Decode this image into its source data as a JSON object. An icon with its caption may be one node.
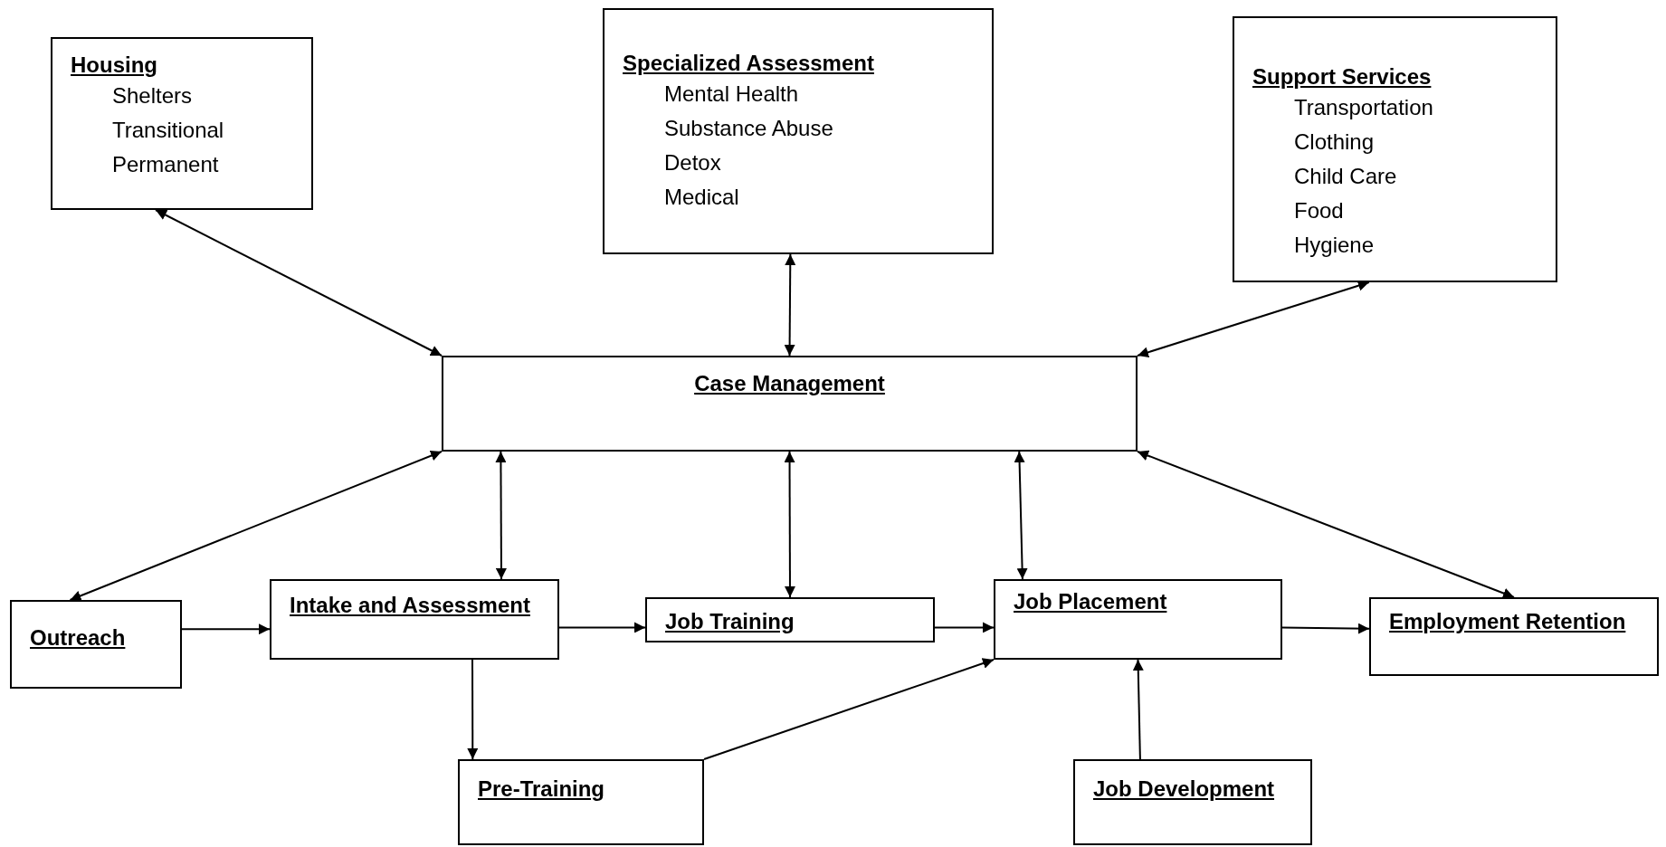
{
  "diagram": {
    "nodes": [
      {
        "text": [
          "Housing",
          "Shelters",
          "Transitional",
          "Permanent"
        ]
      },
      {
        "text": [
          "Specialized Assessment",
          "Mental Health",
          "Substance Abuse",
          "Detox",
          "Medical"
        ]
      },
      {
        "text": [
          "Support Services",
          "Transportation",
          "Clothing",
          "Child Care",
          "Food",
          "Hygiene"
        ]
      },
      {
        "text": [
          "Case Management"
        ]
      },
      {
        "text": [
          "Outreach"
        ]
      },
      {
        "text": [
          "Intake and Assessment"
        ]
      },
      {
        "text": [
          "Job Training"
        ]
      },
      {
        "text": [
          "Job Placement"
        ]
      },
      {
        "text": [
          "Employment Retention"
        ]
      },
      {
        "text": [
          "Pre-Training"
        ]
      },
      {
        "text": [
          "Job Development"
        ]
      }
    ],
    "edges": [
      {
        "from": 0,
        "to": 3,
        "arrow": "both"
      },
      {
        "from": 1,
        "to": 3,
        "arrow": "both"
      },
      {
        "from": 2,
        "to": 3,
        "arrow": "both"
      },
      {
        "from": 3,
        "to": 4,
        "arrow": "both"
      },
      {
        "from": 3,
        "to": 5,
        "arrow": "both"
      },
      {
        "from": 3,
        "to": 6,
        "arrow": "both"
      },
      {
        "from": 3,
        "to": 7,
        "arrow": "both"
      },
      {
        "from": 3,
        "to": 8,
        "arrow": "both"
      },
      {
        "from": 4,
        "to": 5,
        "arrow": "to"
      },
      {
        "from": 5,
        "to": 6,
        "arrow": "to"
      },
      {
        "from": 6,
        "to": 7,
        "arrow": "to"
      },
      {
        "from": 7,
        "to": 8,
        "arrow": "to"
      },
      {
        "from": 5,
        "to": 9,
        "arrow": "to"
      },
      {
        "from": 9,
        "to": 7,
        "arrow": "to"
      },
      {
        "from": 10,
        "to": 7,
        "arrow": "to"
      }
    ]
  }
}
